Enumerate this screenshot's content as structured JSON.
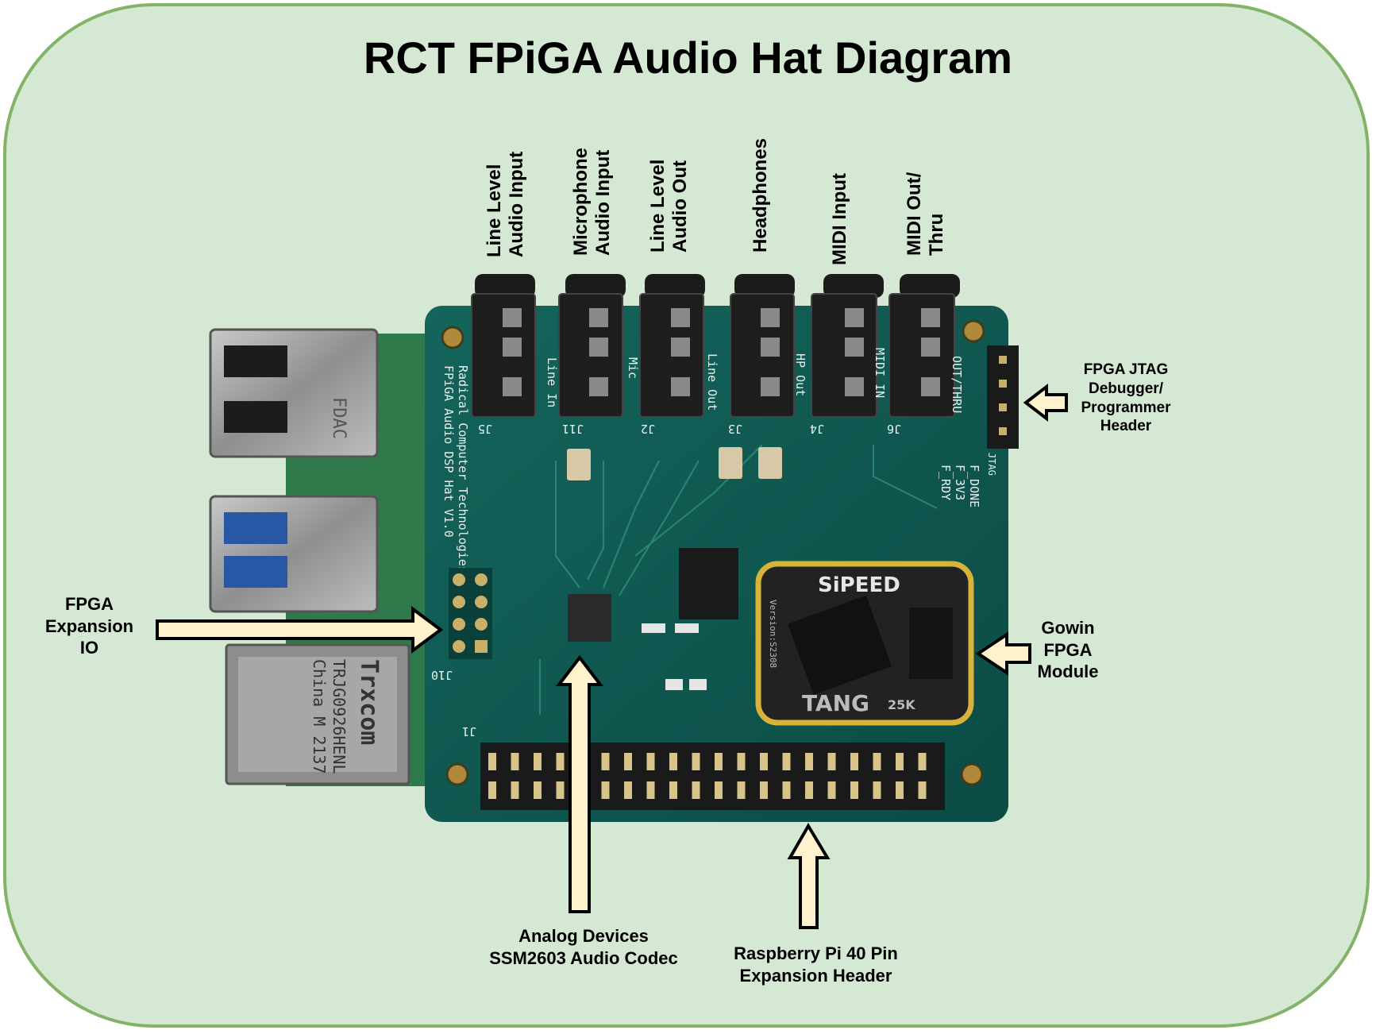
{
  "title": "RCT FPiGA Audio Hat Diagram",
  "jack_labels": [
    {
      "line1": "Line Level",
      "line2": "Audio Input"
    },
    {
      "line1": "Microphone",
      "line2": "Audio Input"
    },
    {
      "line1": "Line Level",
      "line2": "Audio Out"
    },
    {
      "line1": "Headphones",
      "line2": ""
    },
    {
      "line1": "MIDI Input",
      "line2": ""
    },
    {
      "line1": "MIDI Out/",
      "line2": "Thru"
    }
  ],
  "callouts": {
    "jtag": [
      "FPGA JTAG",
      "Debugger/",
      "Programmer",
      "Header"
    ],
    "expansion_io": [
      "FPGA",
      "Expansion",
      "IO"
    ],
    "gowin": [
      "Gowin",
      "FPGA",
      "Module"
    ],
    "codec": [
      "Analog Devices",
      "SSM2603 Audio Codec"
    ],
    "rpi_header": [
      "Raspberry Pi 40 Pin",
      "Expansion Header"
    ]
  },
  "board_silkscreen": {
    "board_name": "FPiGA Audio DSP Hat V1.0",
    "company": "Radical Computer Technologies LLC",
    "jack_refs": [
      "J5",
      "J11",
      "J2",
      "J3",
      "J4",
      "J6"
    ],
    "jack_functions": [
      "Line In",
      "Mic",
      "Line Out",
      "HP Out",
      "MIDI IN",
      "OUT/THRU"
    ],
    "jtag_ref": "JTAG",
    "expansion_ref": "J10",
    "header_ref": "J1",
    "fpga_brand": "SiPEED",
    "fpga_model": "TANG",
    "fpga_badge": "25K",
    "fpga_version": "Version:S2308",
    "ethernet_brand": "Trxcom",
    "ethernet_part": "TRJG0926HENL",
    "ethernet_origin": "China M 2137",
    "usb_text": "FDAC",
    "status_labels": [
      "F_DONE",
      "F_3V3",
      "F_RDY"
    ]
  },
  "colors": {
    "frame_fill": "#d5e8d4",
    "frame_stroke": "#82b366",
    "arrow_fill": "#fff2cc",
    "pcb": "#0f5a52"
  }
}
